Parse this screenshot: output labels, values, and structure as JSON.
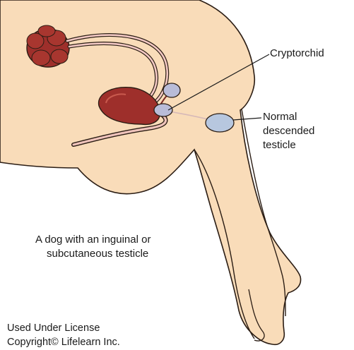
{
  "labels": {
    "cryptorchid": "Cryptorchid",
    "normal_line1": "Normal",
    "normal_line2": "descended",
    "normal_line3": "testicle"
  },
  "caption": {
    "line1": "A dog with an inguinal or",
    "line2": "subcutaneous testicle"
  },
  "credit": {
    "line1": "Used Under License",
    "line2": "Copyright© Lifelearn Inc."
  },
  "colors": {
    "skin": "#f9dcb9",
    "outline": "#2b1d14",
    "organ": "#9e2f2b",
    "organ_highlight": "#c95a4e",
    "testicle": "#b9bcd8",
    "testicle_normal": "#b7c7df"
  }
}
